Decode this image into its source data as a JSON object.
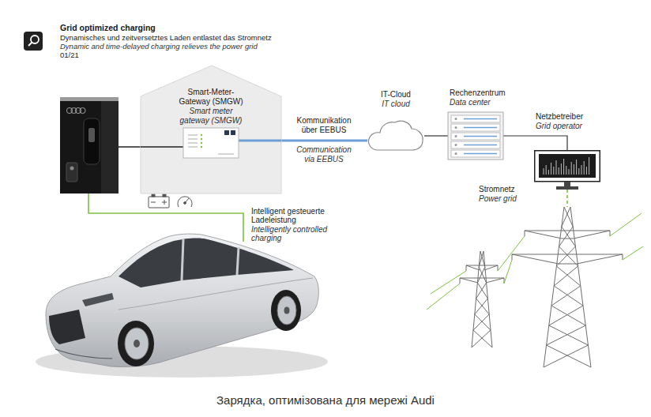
{
  "diagram": {
    "title": "Grid optimized charging",
    "caption": "Зарядка, оптимізована для мережі Audi",
    "nodes": [
      {
        "text": [
          "Smart-Meter-Gateway (SMGW)",
          "Smart meter gateway (SMGW)"
        ]
      },
      {
        "text": [
          "IT-Cloud",
          "IT cloud"
        ]
      },
      {
        "text": [
          "Rechenzentrum",
          "Data center"
        ]
      },
      {
        "text": [
          "Netzbetreiber",
          "Grid operator"
        ]
      },
      {
        "text": [
          "Stromnetz",
          "Power grid"
        ]
      }
    ],
    "edges": [
      {
        "from": 0,
        "to": 1,
        "label": "Kommunikation über EEBUS",
        "arrow": "none"
      },
      {
        "from": 1,
        "to": 2,
        "arrow": "none"
      },
      {
        "from": 2,
        "to": 3,
        "arrow": "none"
      },
      {
        "from": 3,
        "to": 4,
        "arrow": "none"
      }
    ],
    "labels": [
      "Dynamisches und zeitversetztes Laden entlastet das Stromnetz",
      "Dynamic and time-delayed charging relieves the power grid",
      "01/21",
      "Communication via EEBUS",
      "Intelligent gesteuerte Ladeleistung",
      "Intelligently controlled charging"
    ]
  }
}
